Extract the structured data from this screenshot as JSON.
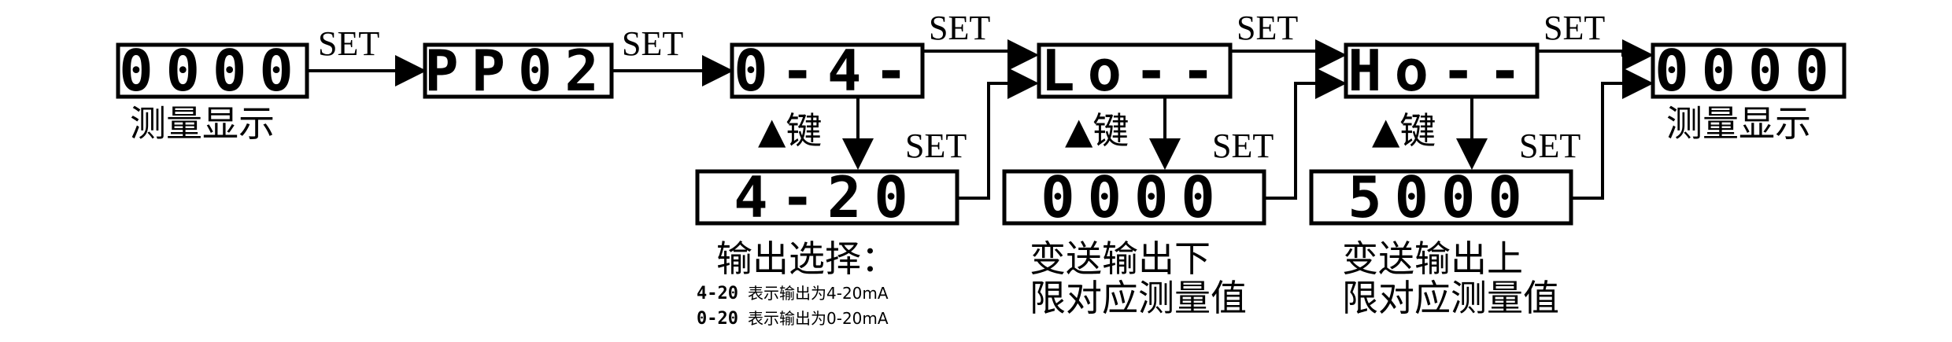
{
  "displays": {
    "d1": "0000",
    "d2": "PP02",
    "d3": "0-4-",
    "d4": "Lo--",
    "d5": "Ho--",
    "d6": "0000",
    "d7": "4-20",
    "d8": "0000",
    "d9": "5000"
  },
  "labels": {
    "set": "SET",
    "up_key": "▲键",
    "measure_display": "测量显示",
    "output_select": "输出选择：",
    "note1_seg": "4-20",
    "note1_text": "表示输出为4-20mA",
    "note2_seg": "0-20",
    "note2_text": "表示输出为0-20mA",
    "lower_line1": "变送输出下",
    "lower_line2": "限对应测量值",
    "upper_line1": "变送输出上",
    "upper_line2": "限对应测量值"
  }
}
